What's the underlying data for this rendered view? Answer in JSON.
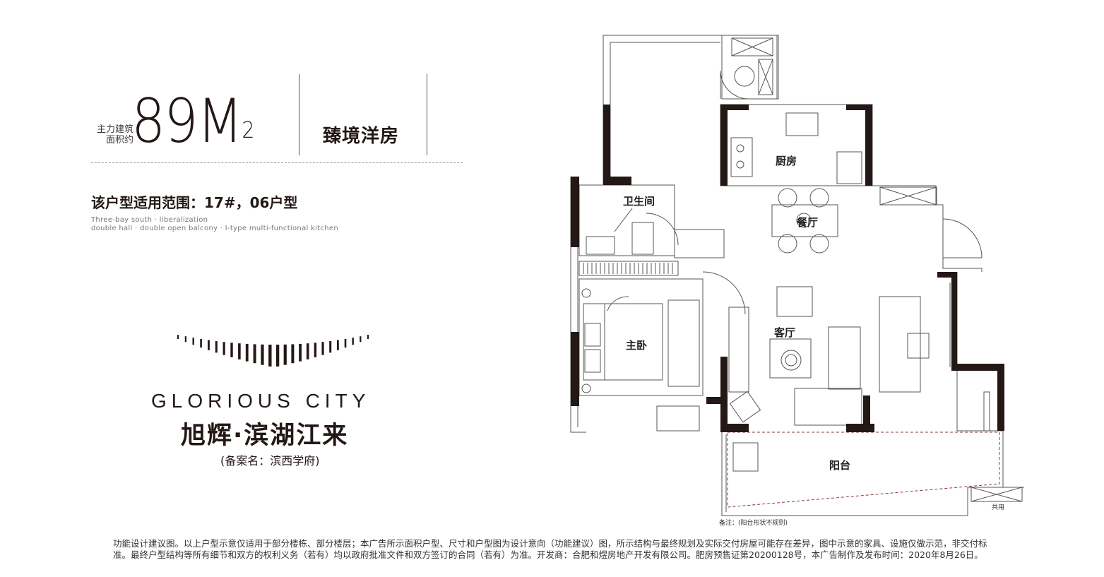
{
  "header": {
    "area_label_line1": "主力建筑",
    "area_label_line2": "面积约",
    "area_value": "89M",
    "area_unit_sup": "2",
    "product_name": "臻境洋房"
  },
  "scope": {
    "text": "该户型适用范围：17#，06户型",
    "english_line1": "Three-bay south · liberalization",
    "english_line2": "double hall · double open balcony · I-type multi-functional kitchen"
  },
  "brand": {
    "english": "GLORIOUS CITY",
    "chinese": "旭辉·滨湖江来",
    "record_name": "(备案名：滨西学府)"
  },
  "floorplan": {
    "rooms": {
      "kitchen": "厨房",
      "bathroom": "卫生间",
      "dining": "餐厅",
      "master_bedroom": "主卧",
      "living": "客厅",
      "balcony": "阳台",
      "shared": "共用"
    },
    "note": "备注：(阳台形状不规则)"
  },
  "disclaimer": {
    "line1": "功能设计建议图。以上户型示意仅适用于部分楼栋、部分楼层；本广告所示面积户型、尺寸和户型图为设计意向（功能建议）图，所示结构与最终规划及实际交付房屋可能存在差异，图中示意的家具、设施仅做示范，非交付标",
    "line2": "准。最终户型结构等所有细节和双方的权利义务（若有）均以政府批准文件和双方签订的合同（若有）为准。开发商：合肥和煜房地产开发有限公司。肥房预售证第20200128号，本广告制作及发布时间：2020年8月26日。"
  },
  "colors": {
    "wall": "#231815",
    "line": "#555555",
    "balcony_dash": "#8b3a2f"
  }
}
